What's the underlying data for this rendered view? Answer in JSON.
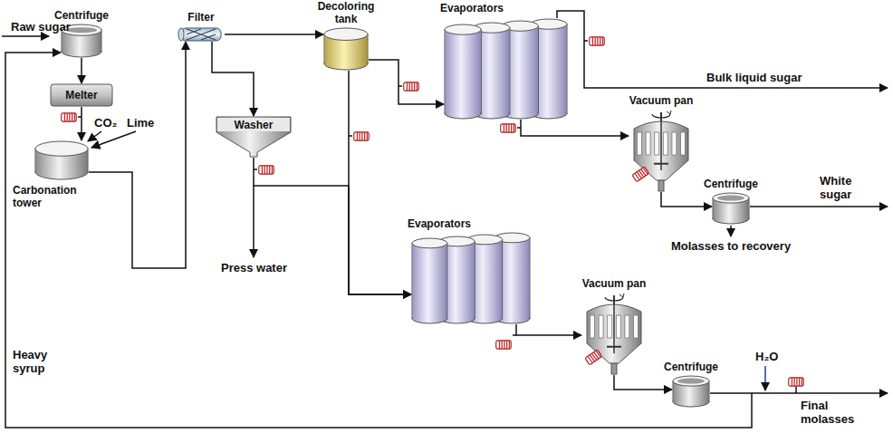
{
  "diagram": {
    "nodes": [
      {
        "text": [
          "Centrifuge"
        ]
      },
      {
        "text": [
          "Melter"
        ]
      },
      {
        "text": [
          "Carbonation tower"
        ]
      },
      {
        "text": [
          "Filter"
        ]
      },
      {
        "text": [
          "Washer"
        ]
      },
      {
        "text": [
          "Decoloring tank"
        ]
      },
      {
        "text": [
          "Evaporators"
        ]
      },
      {
        "text": [
          "Vacuum pan"
        ]
      },
      {
        "text": [
          "Centrifuge"
        ]
      },
      {
        "text": [
          "Evaporators"
        ]
      },
      {
        "text": [
          "Vacuum pan"
        ]
      },
      {
        "text": [
          "Centrifuge"
        ]
      }
    ],
    "edges": [
      {
        "from": 0,
        "to": 1,
        "arrow": "to"
      },
      {
        "from": 1,
        "to": 2,
        "arrow": "to"
      },
      {
        "from": 2,
        "to": 3,
        "arrow": "to"
      },
      {
        "from": 3,
        "to": 4,
        "arrow": "to"
      },
      {
        "from": 3,
        "to": 5,
        "arrow": "to"
      },
      {
        "from": 4,
        "to": 9,
        "arrow": "to"
      },
      {
        "from": 5,
        "to": 9,
        "arrow": "to"
      },
      {
        "from": 5,
        "to": 6,
        "arrow": "to"
      },
      {
        "from": 6,
        "to": 7,
        "arrow": "to"
      },
      {
        "from": 7,
        "to": 8,
        "arrow": "to"
      },
      {
        "from": 9,
        "to": 10,
        "arrow": "to"
      },
      {
        "from": 10,
        "to": 11,
        "arrow": "to"
      },
      {
        "from": 11,
        "to": 0,
        "arrow": "to"
      }
    ],
    "labels": [
      "Raw sugar",
      "CO₂",
      "Lime",
      "Press water",
      "Heavy syrup",
      "Bulk liquid sugar",
      "White sugar",
      "Molasses to recovery",
      "H₂O",
      "Final molasses"
    ]
  }
}
